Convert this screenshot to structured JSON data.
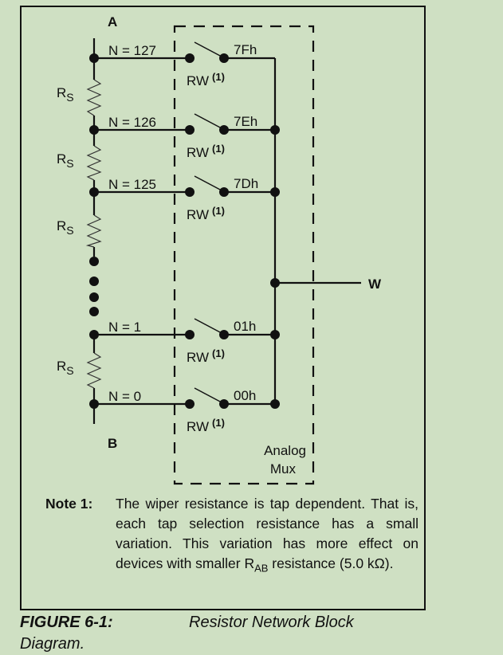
{
  "diagram": {
    "terminal_a": "A",
    "terminal_b": "B",
    "terminal_w": "W",
    "resistor_label": "R",
    "resistor_sub": "S",
    "wiper_label": "RW",
    "wiper_note_ref": "(1)",
    "mux_label_line1": "Analog",
    "mux_label_line2": "Mux",
    "taps": [
      {
        "n": "N = 127",
        "code": "7Fh"
      },
      {
        "n": "N = 126",
        "code": "7Eh"
      },
      {
        "n": "N = 125",
        "code": "7Dh"
      },
      {
        "n": "N = 1",
        "code": "01h"
      },
      {
        "n": "N = 0",
        "code": "00h"
      }
    ]
  },
  "note": {
    "label": "Note 1:",
    "text_main": "The wiper resistance is tap dependent. That is, each tap selection resistance has a small variation. This variation has more effect on devices with smaller R",
    "text_sub": "AB",
    "text_end": " resistance (5.0 kΩ)."
  },
  "caption": {
    "number": "FIGURE 6-1:",
    "title": "Resistor Network Block",
    "title_cont": "Diagram."
  }
}
